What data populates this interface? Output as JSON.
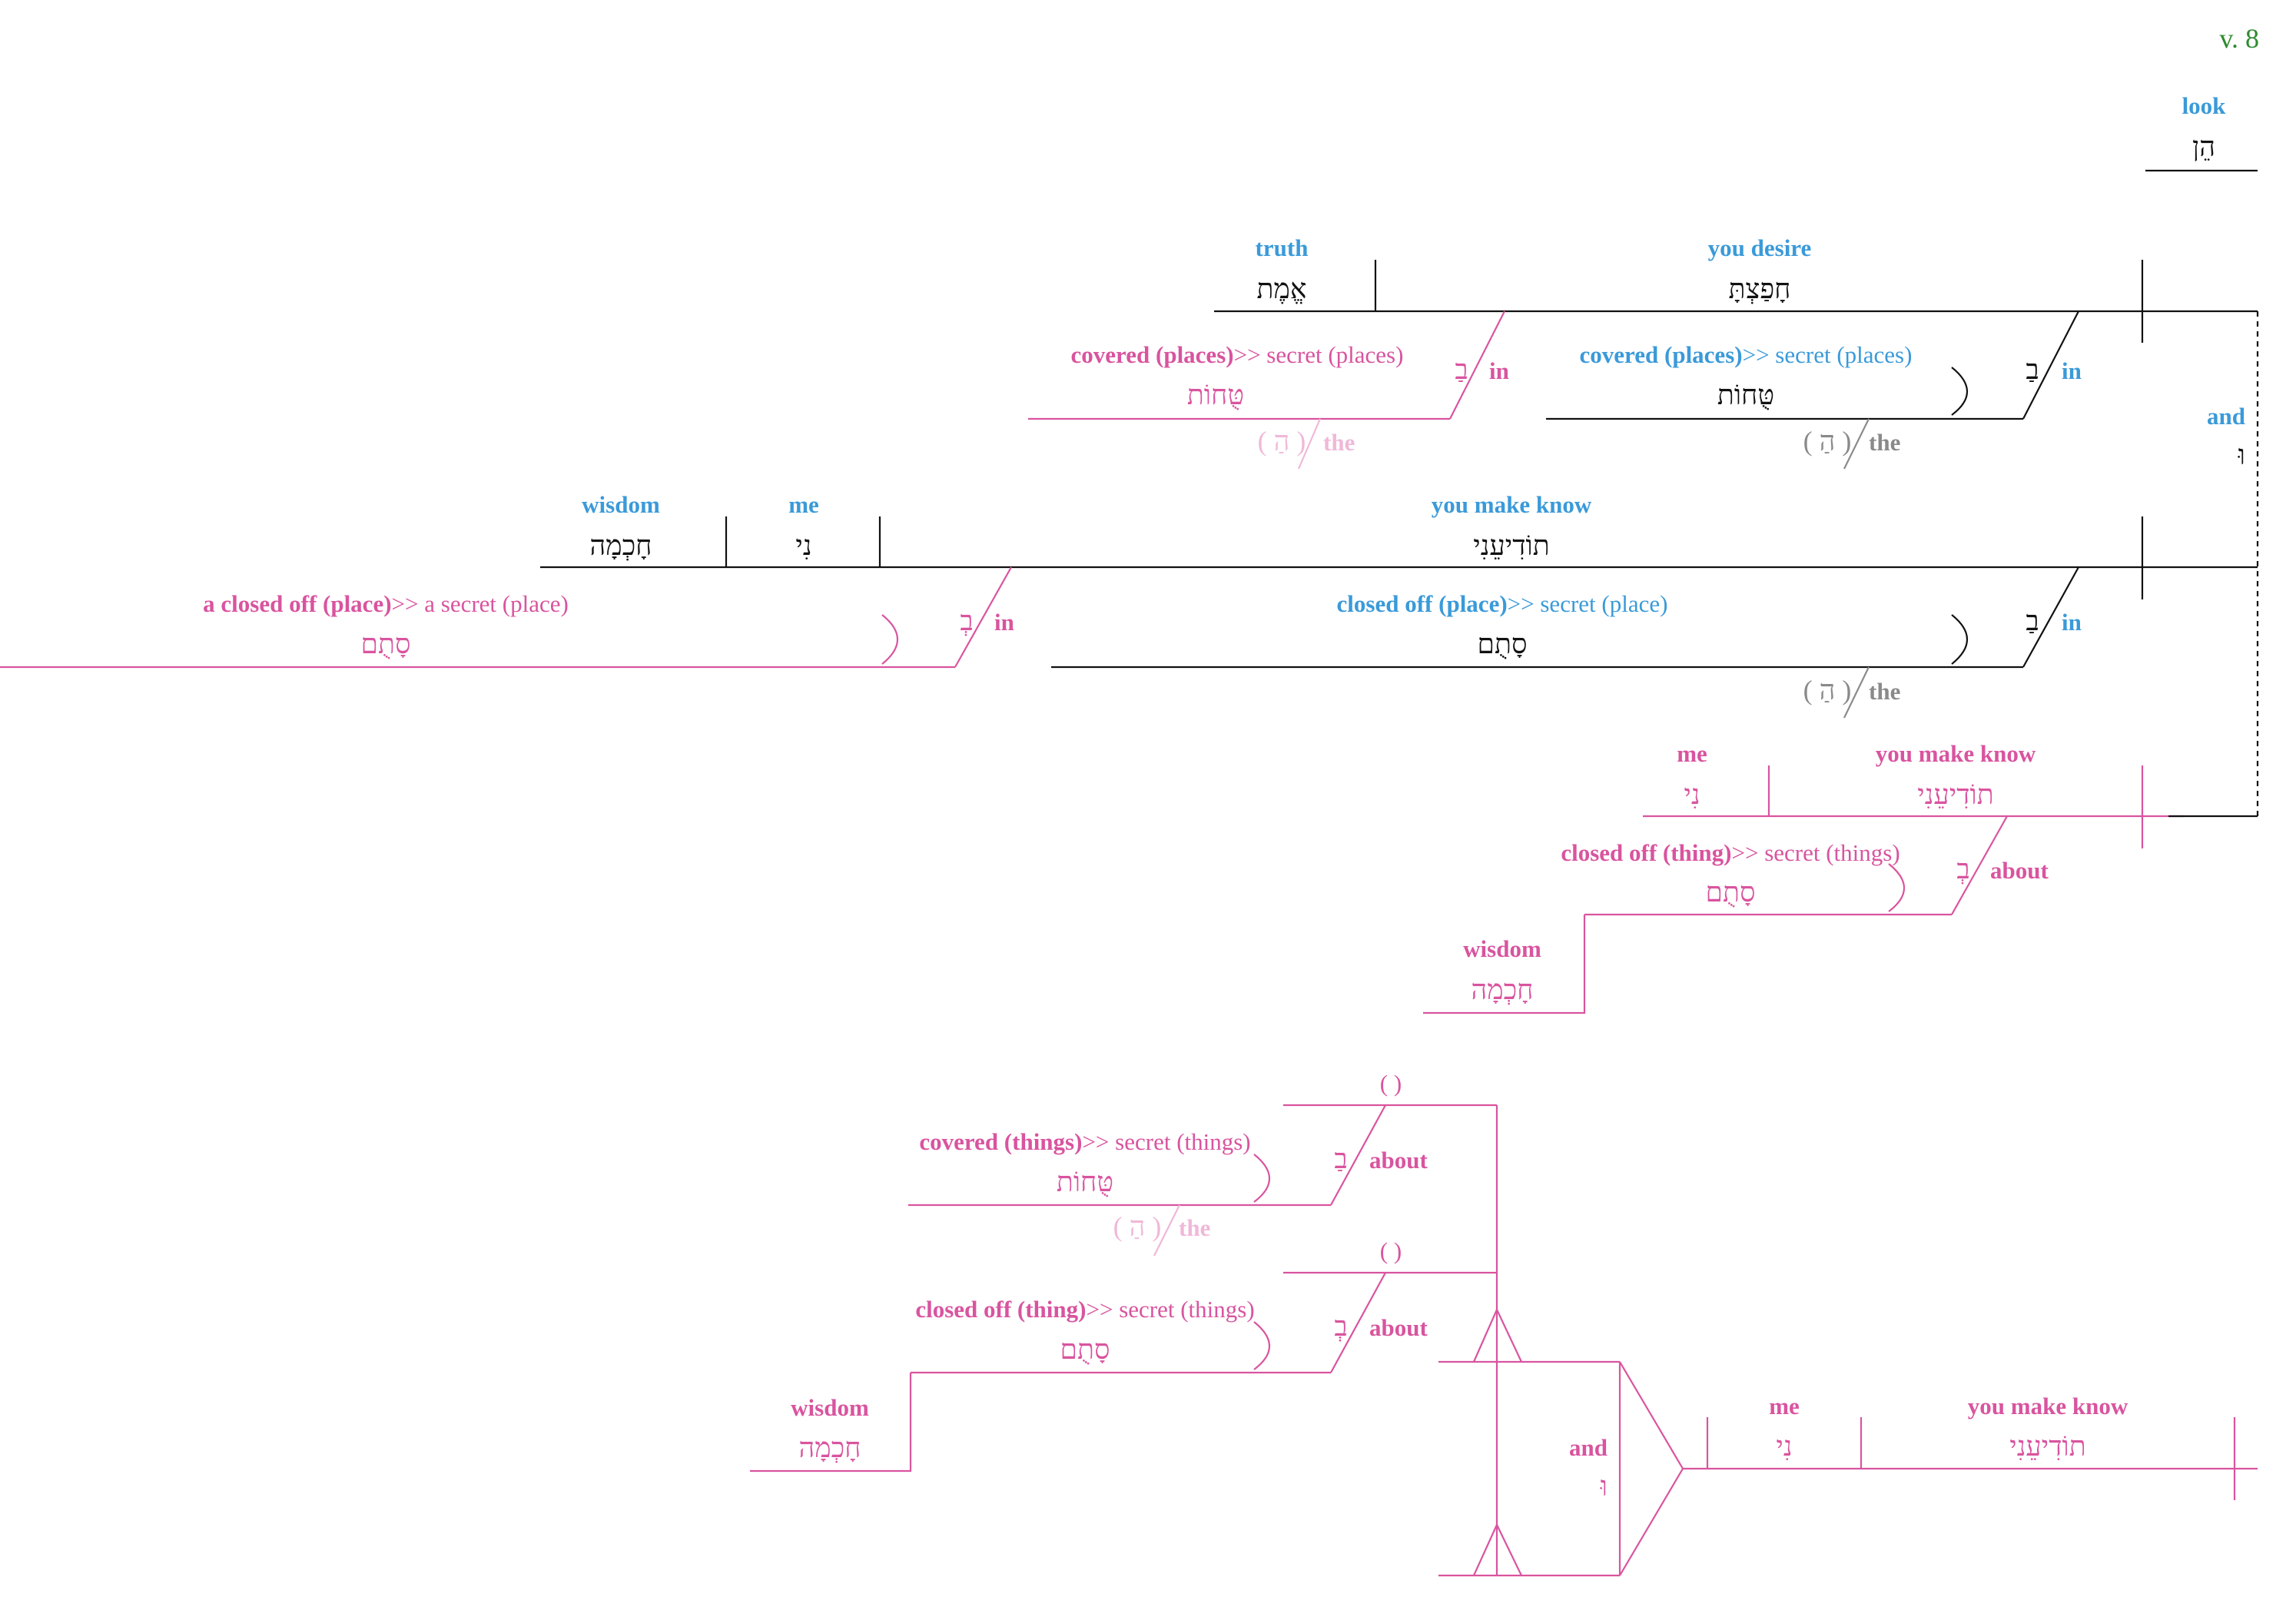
{
  "verse": "v. 8",
  "look": {
    "en": "look",
    "he": "הֵן"
  },
  "clause1": {
    "truth": {
      "en": "truth",
      "he": "אֱמֶת"
    },
    "desire": {
      "en": "you desire",
      "he": "חָפַצְתָּ"
    },
    "mod_a": {
      "en_main": "covered (places)",
      "en_gloss": ">> secret (places)",
      "he": "טֻּחוֹת",
      "prep_he": "בַ",
      "prep_en": "in",
      "art_he": "( הַ )",
      "art_en": "the"
    },
    "mod_b": {
      "en_main": "covered (places)",
      "en_gloss": ">> secret (places)",
      "he": "טֻּחוֹת",
      "prep_he": "בַ",
      "prep_en": "in",
      "art_he": "( הַ )",
      "art_en": "the"
    }
  },
  "conj_and": {
    "en": "and",
    "he": "וּ"
  },
  "clause2": {
    "wisdom": {
      "en": "wisdom",
      "he": "חָכְמָה"
    },
    "me": {
      "en": "me",
      "he": "נִי"
    },
    "make_know": {
      "en": "you make know",
      "he": "תוֹדִיעֵנִי"
    },
    "mod_a": {
      "en_main": "a closed off (place)",
      "en_gloss": ">> a secret (place)",
      "he": "סָתֻם",
      "prep_he": "בְ",
      "prep_en": "in"
    },
    "mod_b": {
      "en_main": "closed off (place)",
      "en_gloss": ">> secret (place)",
      "he": "סָתֻם",
      "prep_he": "בַ",
      "prep_en": "in",
      "art_he": "( הַ )",
      "art_en": "the"
    }
  },
  "clause3": {
    "me": {
      "en": "me",
      "he": "נִי"
    },
    "make_know": {
      "en": "you make know",
      "he": "תוֹדִיעֵנִי"
    },
    "mod": {
      "en_main": "closed off (thing)",
      "en_gloss": ">> secret (things)",
      "he": "סָתֻם",
      "prep_he": "בְ",
      "prep_en": "about"
    },
    "wisdom": {
      "en": "wisdom",
      "he": "חָכְמָה"
    }
  },
  "clause4": {
    "mod_a": {
      "placeholder": "( )",
      "en_main": "covered (things)",
      "en_gloss": ">> secret (things)",
      "he": "טֻּחוֹת",
      "prep_he": "בַ",
      "prep_en": "about",
      "art_he": "( הַ )",
      "art_en": "the"
    },
    "mod_b": {
      "placeholder": "( )",
      "en_main": "closed off (thing)",
      "en_gloss": ">> secret (things)",
      "he": "סָתֻם",
      "prep_he": "בְ",
      "prep_en": "about"
    },
    "wisdom": {
      "en": "wisdom",
      "he": "חָכְמָה"
    },
    "conj": {
      "en": "and",
      "he": "וּ"
    },
    "me": {
      "en": "me",
      "he": "נִי"
    },
    "make_know": {
      "en": "you make know",
      "he": "תוֹדִיעֵנִי"
    }
  },
  "colors": {
    "blue": "#3a9ad9",
    "pink": "#d9549f",
    "black": "#111111",
    "gray": "#8a8a8a",
    "light_pink": "#f0b8d8",
    "green": "#2e8b2e"
  }
}
